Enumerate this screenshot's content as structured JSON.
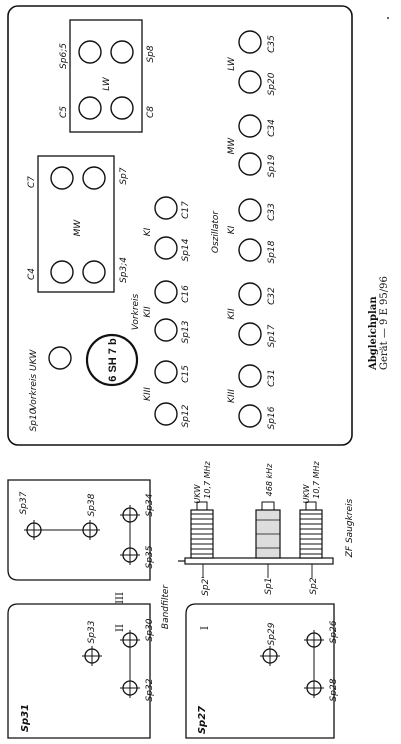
{
  "caption": {
    "line1": "Abgleichplan",
    "line2": "Gerät — 9 E 95/96"
  },
  "upper_panel": {
    "lw_block": {
      "title": "LW",
      "labels": [
        "Sp6;5",
        "Sp8",
        "C5",
        "C8"
      ]
    },
    "mw_block": {
      "title": "MW",
      "labels": [
        "C7",
        "Sp7",
        "C4",
        "Sp3;4"
      ]
    },
    "vorkreis": {
      "title": "Vorkreis",
      "k1": "KI",
      "k2": "KII",
      "k3": "KIII",
      "labels": [
        "C17",
        "Sp14",
        "C16",
        "Sp13",
        "C15",
        "Sp12"
      ]
    },
    "oszillator": {
      "title": "Oszillator",
      "lw": "LW",
      "mw": "MW",
      "k1": "KI",
      "k2": "KII",
      "k3": "KIII",
      "labels": [
        "C35",
        "Sp20",
        "C34",
        "Sp19",
        "C33",
        "Sp18",
        "C32",
        "Sp17",
        "C31",
        "Sp16"
      ]
    },
    "vorkreis_ukw": {
      "title": "Vorkreis UKW",
      "label": "Sp10"
    },
    "tube": "6 SH 7 b"
  },
  "zf": {
    "title": "ZF Saugkreis",
    "coils": [
      {
        "band": "UKW",
        "freq": "10,7 MHz",
        "label": "Sp2'"
      },
      {
        "band": "",
        "freq": "468 kHz",
        "label": "Sp1"
      },
      {
        "band": "UKW",
        "freq": "10,7 MHz",
        "label": "Sp2"
      }
    ]
  },
  "bandfilter": {
    "title": "Bandfilter",
    "roman": [
      "III",
      "II",
      "I"
    ],
    "box_iii": [
      "Sp37",
      "Sp38",
      "Sp34",
      "Sp35"
    ],
    "box_ii": [
      "Sp31",
      "Sp33",
      "Sp30",
      "Sp32"
    ],
    "box_i": [
      "Sp27",
      "Sp29",
      "Sp26",
      "Sp28"
    ]
  }
}
